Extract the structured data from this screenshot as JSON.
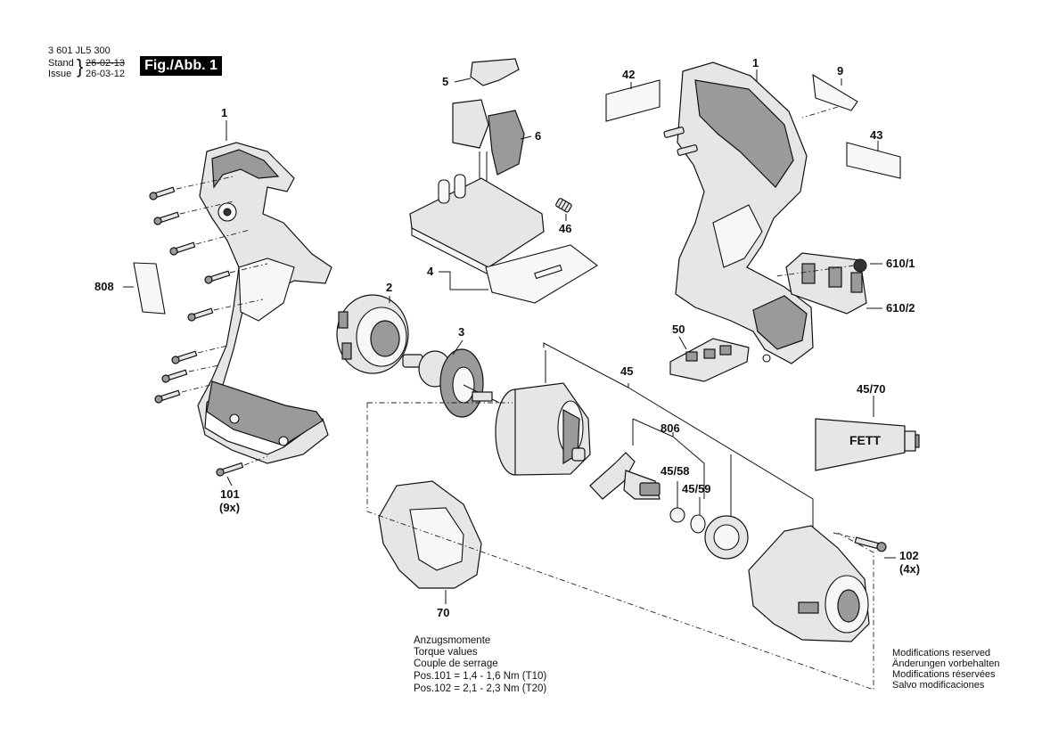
{
  "header": {
    "part_number": "3 601 JL5 300",
    "stand_label": "Stand",
    "stand_date_old": "26-02-13",
    "issue_label": "Issue",
    "issue_date": "26-03-12",
    "figure_label": "Fig./Abb. 1"
  },
  "callouts": {
    "c1_left": "1",
    "c1_right": "1",
    "c2": "2",
    "c3": "3",
    "c4": "4",
    "c5": "5",
    "c6": "6",
    "c9": "9",
    "c42": "42",
    "c43": "43",
    "c45": "45",
    "c46": "46",
    "c50": "50",
    "c70": "70",
    "c101": "101",
    "c101_qty": "(9x)",
    "c102": "102",
    "c102_qty": "(4x)",
    "c806": "806",
    "c808": "808",
    "c45_58": "45/58",
    "c45_59": "45/59",
    "c45_70": "45/70",
    "c610_1": "610/1",
    "c610_2": "610/2"
  },
  "grease_label": "FETT",
  "torque": {
    "lines": [
      "Anzugsmomente",
      "Torque values",
      "Couple de serrage"
    ],
    "pos101": "Pos.101  =  1,4 - 1,6 Nm (T10)",
    "pos102": "Pos.102  =  2,1 - 2,3 Nm (T20)"
  },
  "modifications": {
    "lines": [
      "Modifications reserved",
      "Änderungen vorbehalten",
      "Modifications réservées",
      "Salvo modificaciones"
    ]
  }
}
